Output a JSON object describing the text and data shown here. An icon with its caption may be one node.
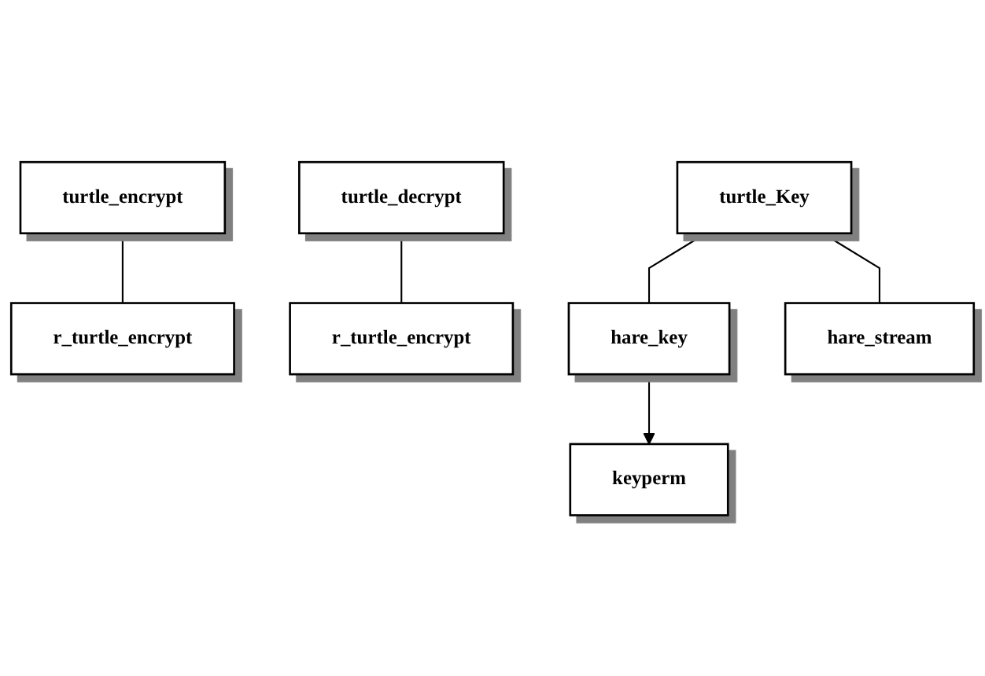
{
  "diagram": {
    "nodes": [
      {
        "text": [
          "turtle_encrypt"
        ]
      },
      {
        "text": [
          "turtle_Key"
        ]
      },
      {
        "text": [
          "turtle_decrypt"
        ]
      },
      {
        "text": [
          "r_turtle_encrypt"
        ]
      },
      {
        "text": [
          "r_turtle_encrypt"
        ]
      },
      {
        "text": [
          "hare_key"
        ]
      },
      {
        "text": [
          "hare_stream"
        ]
      },
      {
        "text": [
          "keyperm"
        ]
      }
    ],
    "edges": [
      {
        "from": 0,
        "to": 3,
        "arrow": "none"
      },
      {
        "from": 2,
        "to": 4,
        "arrow": "none"
      },
      {
        "from": 1,
        "to": 5,
        "arrow": "none"
      },
      {
        "from": 1,
        "to": 6,
        "arrow": "none"
      },
      {
        "from": 5,
        "to": 7,
        "arrow": "to"
      }
    ]
  }
}
